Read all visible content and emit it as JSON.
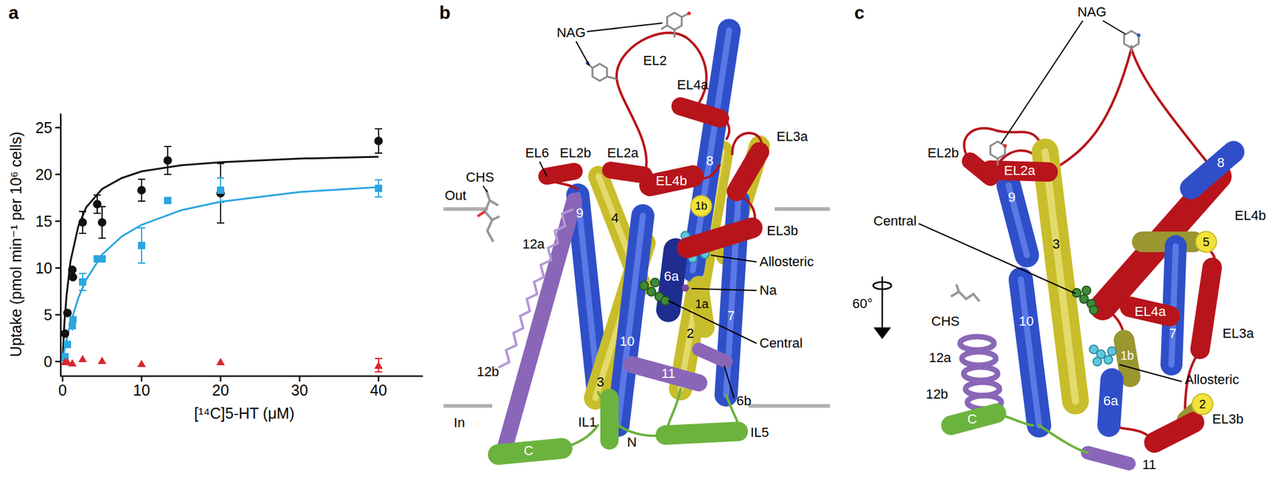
{
  "diagram": {
    "labels": [
      "a",
      "Uptake (pmol min⁻¹ per 10⁶ cells)",
      "0",
      "5",
      "10",
      "15",
      "20",
      "25",
      "0",
      "10",
      "20",
      "30",
      "40",
      "[¹⁴C]5-HT (μM)",
      "b",
      "NAG",
      "EL2",
      "EL4a",
      "EL6",
      "EL2b",
      "EL2a",
      "EL3a",
      "Out",
      "CHS",
      "EL4b",
      "8",
      "1b",
      "EL3b",
      "4",
      "9",
      "Allosteric",
      "6a",
      "Na",
      "1a",
      "7",
      "2",
      "10",
      "Central",
      "11",
      "12a",
      "6b",
      "12b",
      "3",
      "In",
      "IL1",
      "N",
      "IL5",
      "C",
      "c",
      "NAG",
      "8",
      "EL2b",
      "EL2a",
      "EL4b",
      "Central",
      "9",
      "3",
      "5",
      "CHS",
      "EL4a",
      "1b",
      "7",
      "EL3a",
      "10",
      "Allosteric",
      "12a",
      "6a",
      "2",
      "12b",
      "EL3b",
      "C",
      "11",
      "60°"
    ]
  }
}
